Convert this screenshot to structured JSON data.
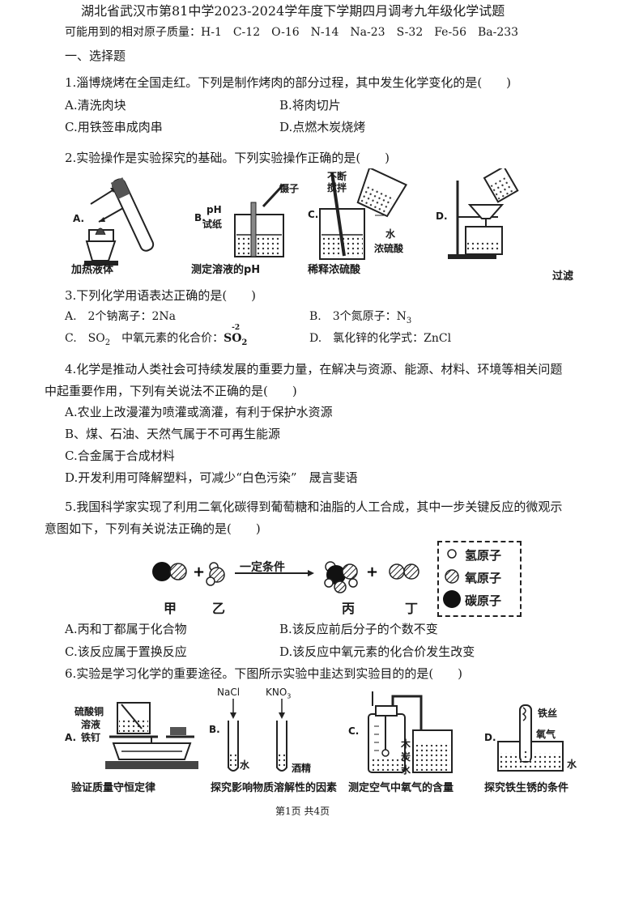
{
  "header": {
    "title": "湖北省武汉市第81中学2023-2024学年度下学期四月调考九年级化学试题",
    "atomic_masses": "可能用到的相对原子质量：H-1　C-12　O-16　N-14　Na-23　S-32　Fe-56　Ba-233",
    "section": "一、选择题"
  },
  "q1": {
    "stem": "1.淄博烧烤在全国走红。下列是制作烤肉的部分过程，其中发生化学变化的是(　　)",
    "a": "A.清洗肉块",
    "b": "B.将肉切片",
    "c": "C.用铁签串成肉串",
    "d": "D.点燃木炭烧烤"
  },
  "q2": {
    "stem": "2.实验操作是实验探究的基础。下列实验操作正确的是(　　)",
    "fig_a": {
      "letter": "A.",
      "caption": "加热液体"
    },
    "fig_b": {
      "letter": "B.",
      "label_ph": "pH",
      "label_paper": "试纸",
      "label_tweezers": "镊子",
      "caption": "测定溶液的pH"
    },
    "fig_c": {
      "letter": "C.",
      "label_stir1": "不断",
      "label_stir2": "搅拌",
      "label_water": "水",
      "label_acid": "浓硫酸",
      "caption": "稀释浓硫酸"
    },
    "fig_d": {
      "letter": "D.",
      "caption": "过滤"
    }
  },
  "q3": {
    "stem": "3.下列化学用语表达正确的是(　　)",
    "a": "A.　2个钠离子：2Na",
    "b_prefix": "B.　3个氮原子：N",
    "b_sub": "3",
    "c_prefix": "C.　SO",
    "c_sub": "2",
    "c_mid": "中氧元素的化合价：",
    "c_formula": "SO",
    "c_formula_sub": "2",
    "c_valence": "-2",
    "d": "D.　氯化锌的化学式：ZnCl"
  },
  "q4": {
    "stem1": "4.化学是推动人类社会可持续发展的重要力量，在解决与资源、能源、材料、环境等相关问题",
    "stem2": "中起重要作用，下列有关说法不正确的是(　　)",
    "a": "A.农业上改漫灌为喷灌或滴灌，有利于保护水资源",
    "b": "B、煤、石油、天然气属于不可再生能源",
    "c": "C.合金属于合成材料",
    "d": "D.开发利用可降解塑料，可减少“白色污染”　晟言斐语"
  },
  "q5": {
    "stem1": "5.我国科学家实现了利用二氧化碳得到葡萄糖和油脂的人工合成，其中一步关键反应的微观示",
    "stem2": "意图如下，下列有关说法正确的是(　　)",
    "condition": "一定条件",
    "jia": "甲",
    "yi": "乙",
    "bing": "丙",
    "ding": "丁",
    "legend_h": "氢原子",
    "legend_o": "氧原子",
    "legend_c": "碳原子",
    "a": "A.丙和丁都属于化合物",
    "b": "B.该反应前后分子的个数不变",
    "c": "C.该反应属于置换反应",
    "d": "D.该反应中氧元素的化合价发生改变"
  },
  "q6": {
    "stem": "6.实验是学习化学的重要途径。下图所示实验中韭达到实验目的的是(　　)",
    "fig_a": {
      "letter": "A.",
      "l1": "硫酸铜",
      "l2": "溶液",
      "l3": "铁钉",
      "caption": "验证质量守恒定律"
    },
    "fig_b": {
      "letter": "B.",
      "nacl": "NaCl",
      "kno3_prefix": "KNO",
      "kno3_sub": "3",
      "water": "水",
      "alcohol": "酒精",
      "caption": "探究影响物质溶解性的因素"
    },
    "fig_c": {
      "letter": "C.",
      "charcoal1": "木",
      "charcoal2": "炭",
      "water": "水",
      "caption": "测定空气中氧气的含量"
    },
    "fig_d": {
      "letter": "D.",
      "wire": "铁丝",
      "oxygen": "氧气",
      "water": "水",
      "caption": "探究铁生锈的条件"
    }
  },
  "footer": "第1页 共4页"
}
